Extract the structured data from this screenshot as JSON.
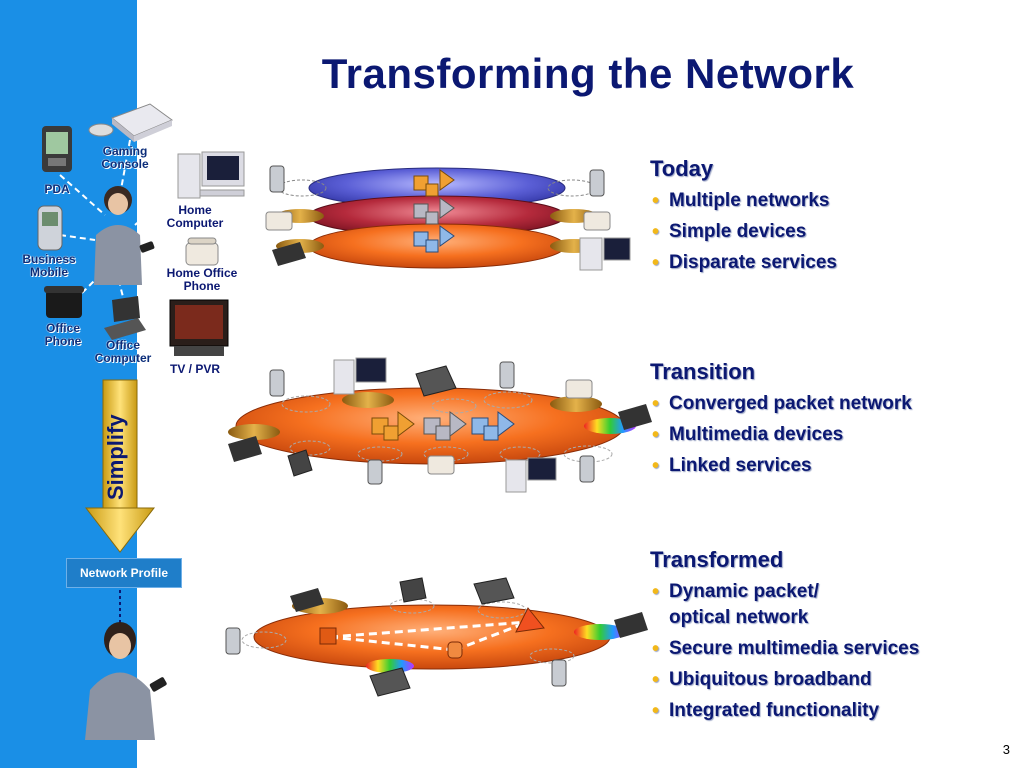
{
  "slide": {
    "title": "Transforming the Network",
    "page_number": "3"
  },
  "sidebar": {
    "devices": {
      "gaming_console": "Gaming Console",
      "pda": "PDA",
      "home_computer": "Home Computer",
      "business_mobile": "Business Mobile",
      "home_office_phone": "Home Office Phone",
      "office_phone": "Office Phone",
      "office_computer": "Office Computer",
      "tv_pvr": "TV / PVR"
    },
    "arrow_label": "Simplify",
    "network_profile": "Network Profile"
  },
  "sections": {
    "today": {
      "heading": "Today",
      "bullets": [
        "Multiple networks",
        "Simple devices",
        "Disparate services"
      ]
    },
    "transition": {
      "heading": "Transition",
      "bullets": [
        "Converged packet network",
        "Multimedia devices",
        "Linked services"
      ]
    },
    "transformed": {
      "heading": "Transformed",
      "bullets": [
        "Dynamic packet/ optical network",
        "Secure multimedia services",
        "Ubiquitous broadband",
        "Integrated functionality"
      ]
    }
  },
  "colors": {
    "sidebar_blue": "#1a8fe6",
    "title_navy": "#0b1872",
    "bullet_gold": "#f2b81a",
    "network_orange": "#f26b22",
    "network_purple": "#5b5fd6",
    "network_red": "#b52a3c"
  }
}
